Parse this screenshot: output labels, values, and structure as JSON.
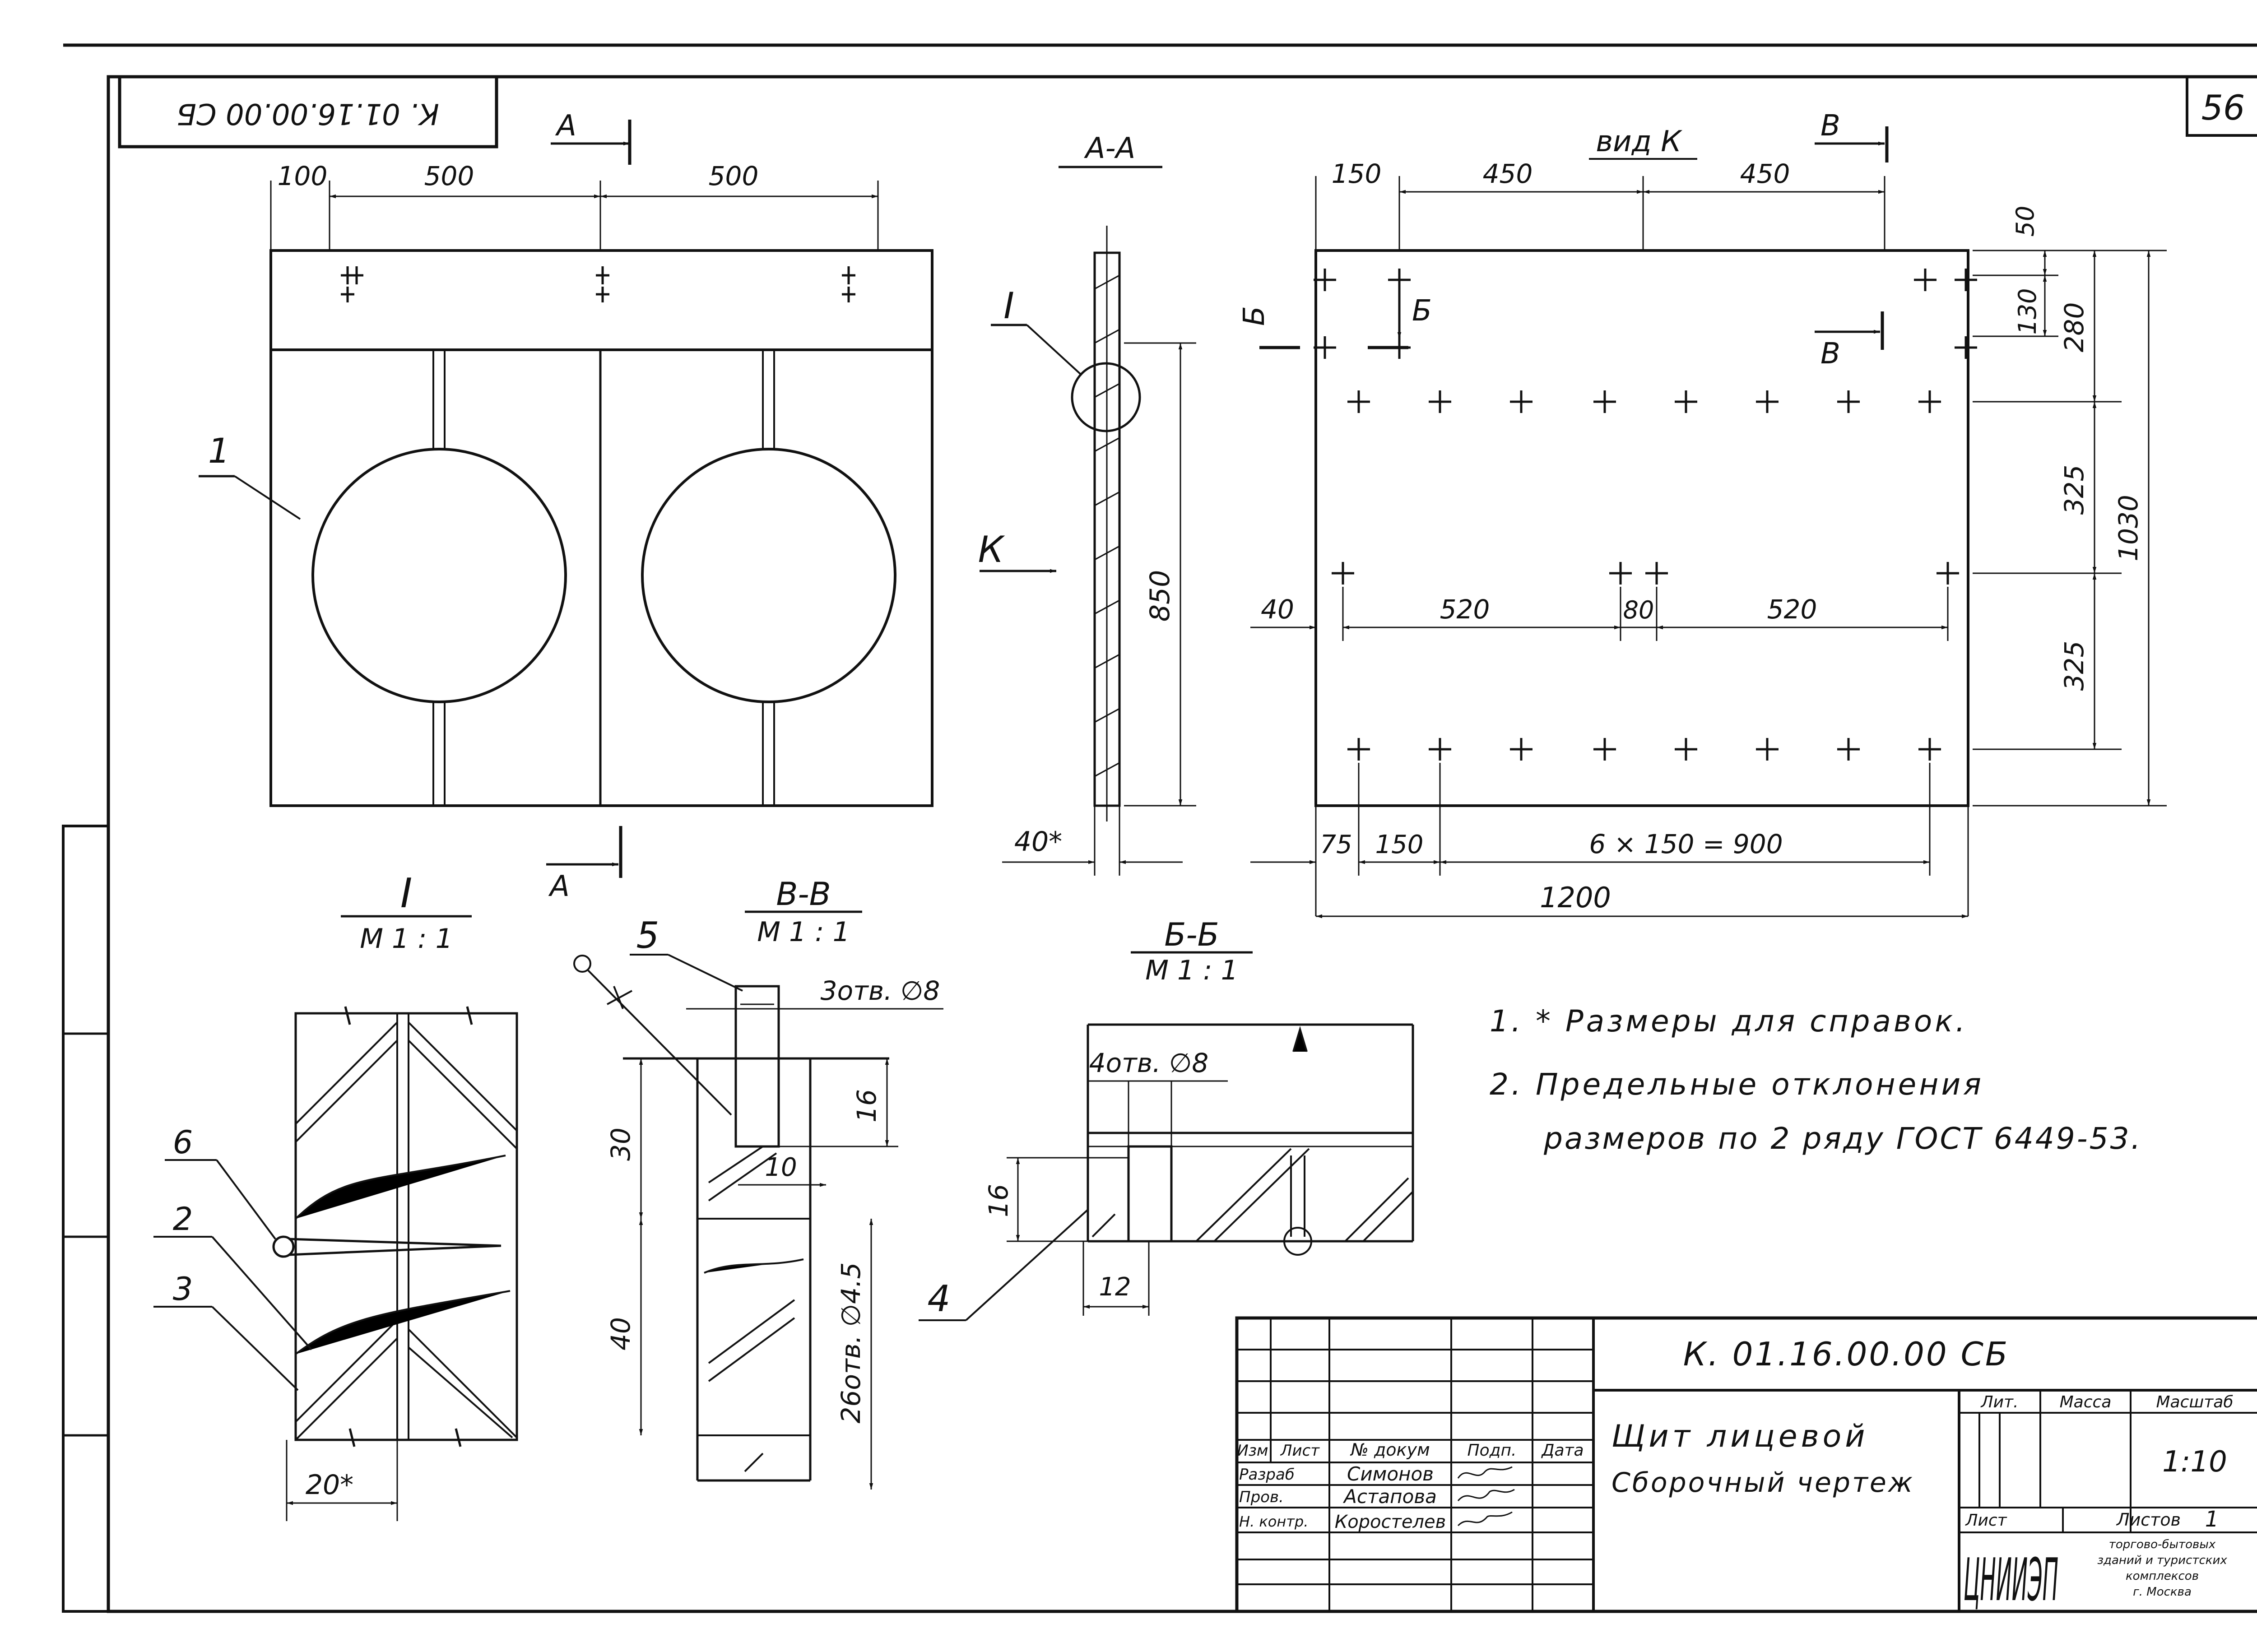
{
  "sheet": {
    "page_number": "56",
    "stamp_code_rotated": "К. 01.16.00.00 СБ",
    "title_block": {
      "designation": "К. 01.16.00.00 СБ",
      "name_line1": "Щит лицевой",
      "name_line2": "Сборочный чертеж",
      "headers": {
        "izm": "Изм",
        "list": "Лист",
        "doc": "№ докум",
        "sign": "Подп.",
        "date": "Дата"
      },
      "roles": [
        {
          "role": "Разраб",
          "name": "Симонов"
        },
        {
          "role": "Пров.",
          "name": "Астапова"
        },
        {
          "role": "Н. контр.",
          "name": "Коростелев"
        }
      ],
      "lit_label": "Лит.",
      "mass_label": "Масса",
      "scale_label": "Масштаб",
      "scale_value": "1:10",
      "sheet_label": "Лист",
      "sheets_label": "Листов",
      "sheets_value": "1",
      "org_logo": "ЦНИИЭП",
      "org_lines": [
        "торгово-бытовых",
        "зданий и туристских",
        "комплексов",
        "г. Москва"
      ]
    }
  },
  "notes": [
    "1. * Размеры для справок.",
    "2. Предельные отклонения",
    "размеров по 2 ряду ГОСТ 6449-53."
  ],
  "front_view": {
    "dims": [
      "100",
      "500",
      "500"
    ],
    "section_mark": "А",
    "part_label": "1"
  },
  "section_aa": {
    "title": "А-А",
    "detail_mark": "I",
    "view_mark": "К",
    "dim_height": "850",
    "dim_thickness": "40*"
  },
  "view_k": {
    "title": "вид К",
    "section_b": "Б",
    "section_v": "В",
    "top_dims": [
      "150",
      "450",
      "450"
    ],
    "right_dims": [
      "50",
      "130",
      "280",
      "325",
      "325",
      "1030"
    ],
    "middle_dims": [
      "40",
      "520",
      "80",
      "520"
    ],
    "bottom_dims": [
      "75",
      "150",
      "6 × 150 = 900"
    ],
    "overall_width": "1200"
  },
  "detail_i": {
    "title": "I",
    "scale": "М 1 : 1",
    "labels": [
      "6",
      "2",
      "3"
    ],
    "dim": "20*"
  },
  "section_vv": {
    "title": "В-В",
    "scale": "М 1 : 1",
    "part_label": "5",
    "holes_top": "3отв. ∅8",
    "dims": [
      "30",
      "16",
      "10",
      "40"
    ],
    "holes_side": "26отв. ∅4.5"
  },
  "section_bb": {
    "title": "Б-Б",
    "scale": "М 1 : 1",
    "holes": "4отв. ∅8",
    "dims": [
      "16",
      "12"
    ],
    "part_label": "4"
  }
}
